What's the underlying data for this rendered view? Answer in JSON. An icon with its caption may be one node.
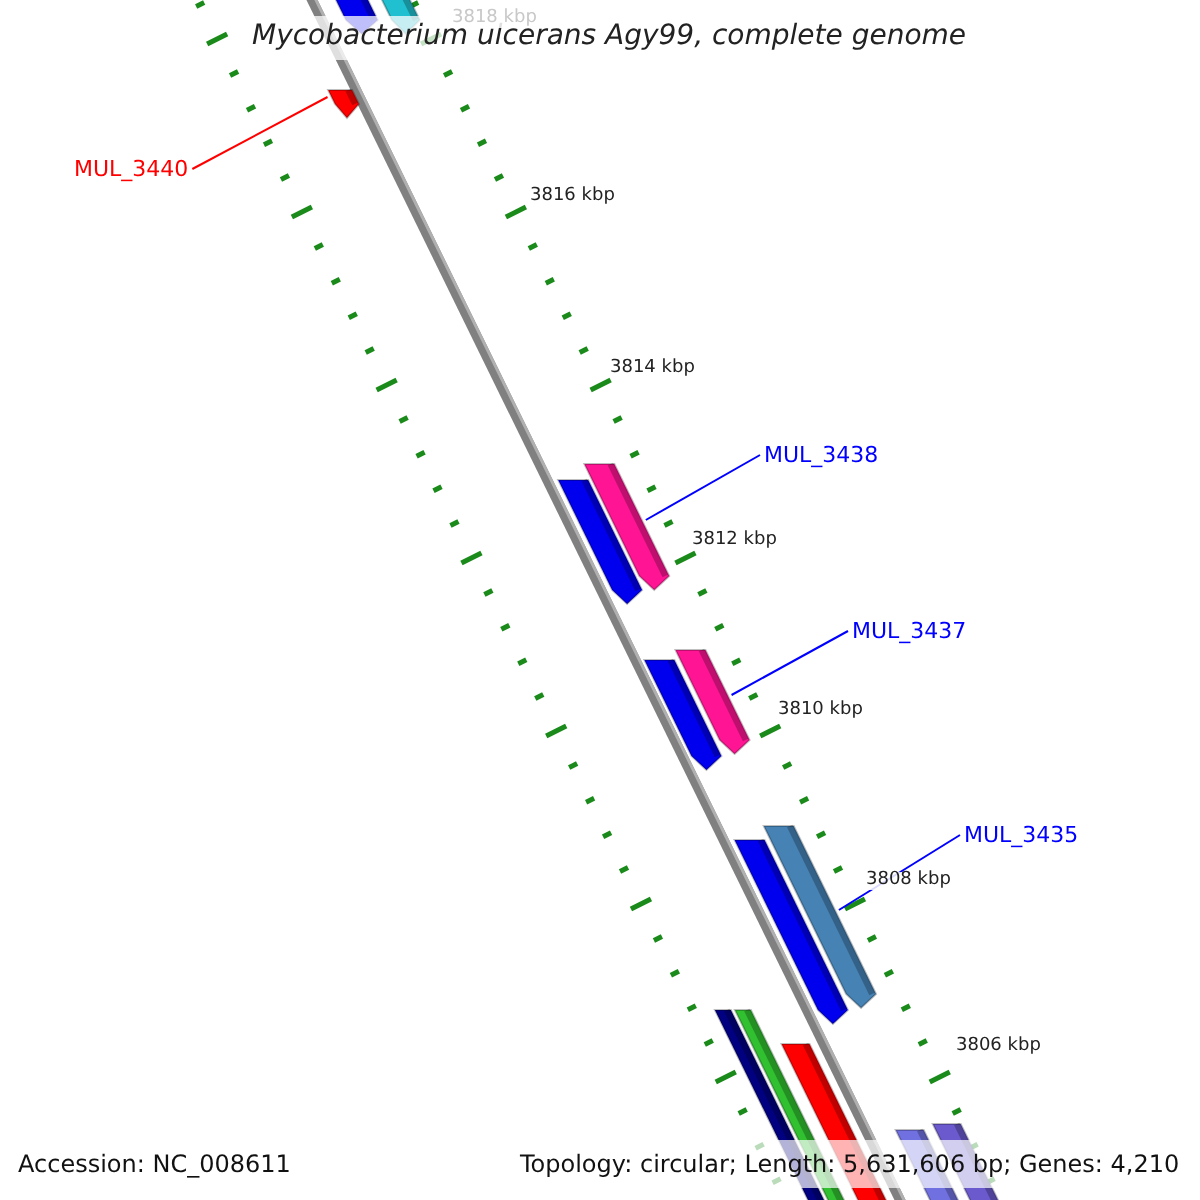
{
  "diagram": {
    "title": "Mycobacterium ulcerans Agy99, complete genome",
    "nodes": [
      {
        "text": [
          "MUL_3440"
        ]
      },
      {
        "text": [],
        "shape": "bar"
      },
      {
        "text": [
          "MUL_3438"
        ]
      },
      {
        "text": [],
        "shape": "bar"
      },
      {
        "text": [
          "MUL_3437"
        ]
      },
      {
        "text": [],
        "shape": "bar"
      },
      {
        "text": [
          "MUL_3435"
        ]
      },
      {
        "text": [],
        "shape": "bar"
      }
    ],
    "edges": [
      {
        "from": 0,
        "to": 1,
        "arrow": "none",
        "color": "#ff0000"
      },
      {
        "from": 2,
        "to": 3,
        "arrow": "none"
      },
      {
        "from": 4,
        "to": 5,
        "arrow": "none"
      },
      {
        "from": 6,
        "to": 7,
        "arrow": "none"
      }
    ],
    "labels": [
      "3818 kbp",
      "3816 kbp",
      "3814 kbp",
      "3812 kbp",
      "3810 kbp",
      "3808 kbp",
      "3806 kbp",
      "Accession: NC_008611",
      "Topology: circular; Length: 5,631,606 bp; Genes: 4,210"
    ]
  }
}
